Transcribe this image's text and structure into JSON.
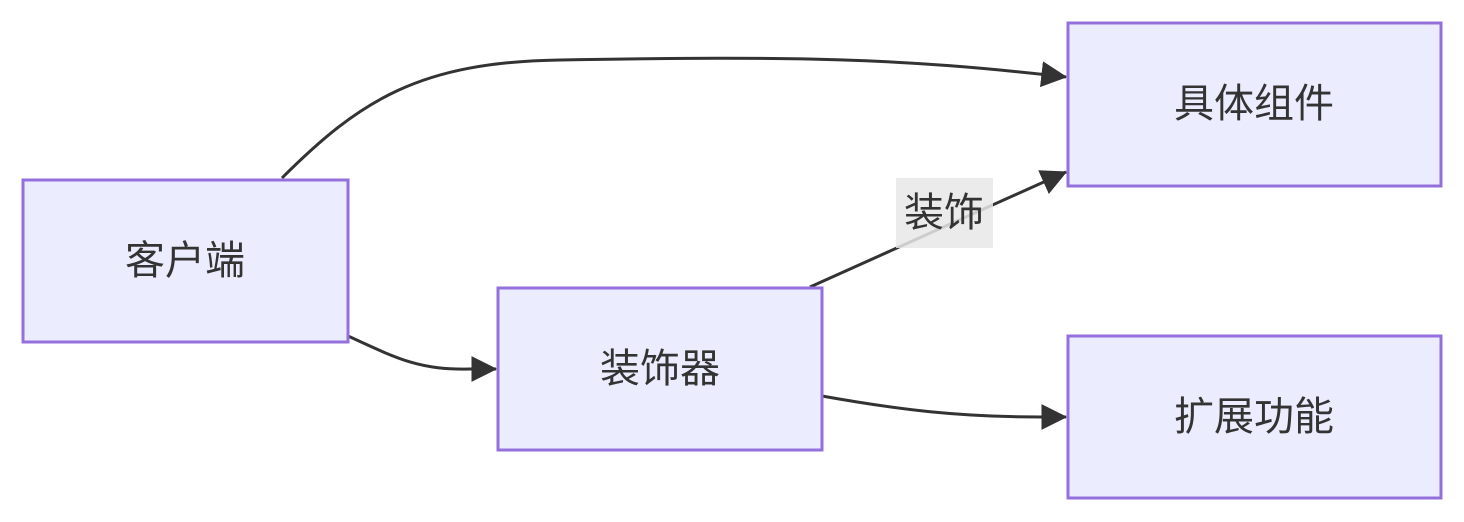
{
  "nodes": {
    "client": "客户端",
    "decorator": "装饰器",
    "concrete_component": "具体组件",
    "extended_feature": "扩展功能"
  },
  "edges": {
    "decorator_to_component_label": "装饰"
  },
  "colors": {
    "node_fill": "#ececff",
    "node_stroke": "#9370db",
    "edge": "#333333",
    "label_bg": "#e8e8e8"
  }
}
